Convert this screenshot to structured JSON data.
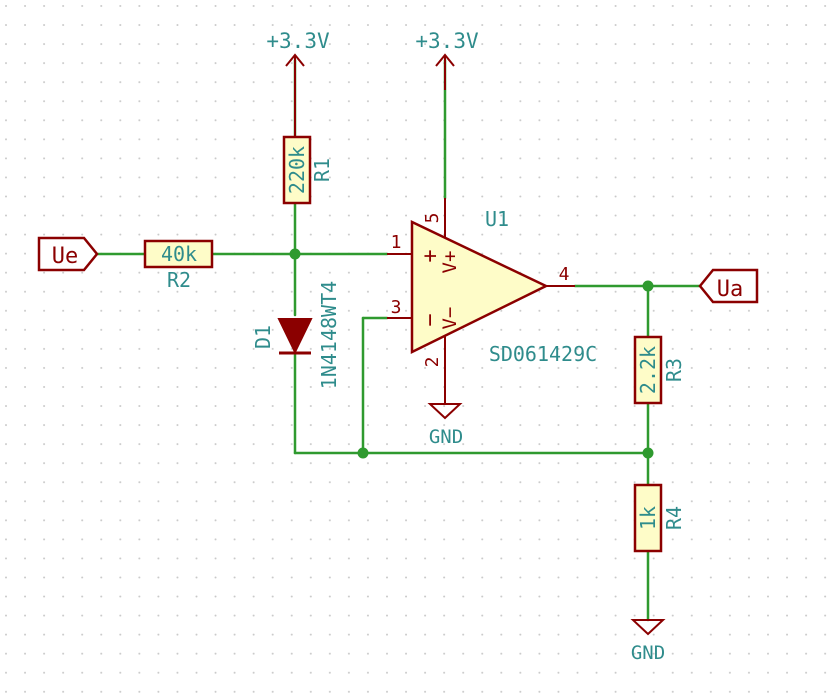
{
  "colors": {
    "wire": "#2f9a2f",
    "symbol": "#8b0000",
    "opamp_fill": "#fefcc8",
    "resistor_fill": "#fefcc8",
    "text": "#2f8c8c",
    "grid_dot": "#c8c8c8"
  },
  "power": {
    "vcc_left": "+3.3V",
    "vcc_right": "+3.3V",
    "gnd_opamp": "GND",
    "gnd_bottom": "GND"
  },
  "labels": {
    "input": "Ue",
    "output": "Ua"
  },
  "components": {
    "r1": {
      "ref": "R1",
      "value": "220k"
    },
    "r2": {
      "ref": "R2",
      "value": "40k"
    },
    "r3": {
      "ref": "R3",
      "value": "2.2k"
    },
    "r4": {
      "ref": "R4",
      "value": "1k"
    },
    "d1": {
      "ref": "D1",
      "value": "1N4148WT4"
    },
    "u1": {
      "ref": "U1",
      "value": "SD061429C",
      "plus_sign": "+",
      "minus_sign": "−",
      "vplus": "V+",
      "vminus": "V−",
      "pin1": "1",
      "pin2": "2",
      "pin3": "3",
      "pin4": "4",
      "pin5": "5"
    }
  }
}
